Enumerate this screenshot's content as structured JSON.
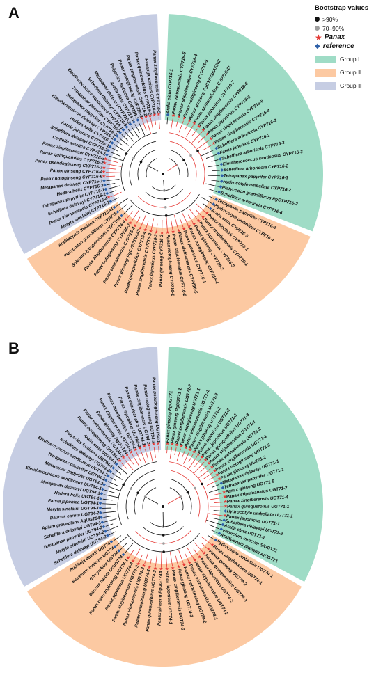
{
  "panels": [
    {
      "id": "A",
      "sectors": [
        {
          "group": "Group Ⅰ",
          "start": 2,
          "end": 111,
          "color": "#9fdcc6",
          "labels": [
            "Aralia elata CYP716-1",
            "Panax vietnamensis CYP716-5",
            "Panax stipuleanatus CYP716-4",
            "Panax notoginseng CYP716-5",
            "Panax ginseng PgCYP716A53v2",
            "Panax quinquefolius CYP716-11",
            "Panax japonicus CYP716-7",
            "Panax zingiberensis CYP716-6",
            "Panax japonicus CYP716-8",
            "Panax zingiberensis CYP716-9",
            "Panax zingiberensis CYP716-4",
            "Schefflera arboricola CYP716-2",
            "Fatsia japonica CYP716-2",
            "Schefflera arboricola CYP716-3",
            "Eleutherococcus senticosus CYP716-3",
            "Schefflera arboricola CYP716-2",
            "Tetrapanax papyrifer CYP716-3",
            "Hydrocotyle umbellata CYP716-2",
            "Platycodon grandiflorus PgCYP716-2",
            "Schefflera arboricola CYP716-6"
          ]
        },
        {
          "group": "Group Ⅱ",
          "start": 113,
          "end": 238,
          "color": "#fcc9a2",
          "labels": [
            "Tetrapanax papyrifer CYP716-4",
            "Hydrocotyle umbellata CYP716-4",
            "Aralia elata CYP716-5",
            "Panax sinclairii CYP716-1",
            "Panax zingiberensis CYP716-1",
            "Panax japonicus CYP716-3",
            "Panax ginseng CYP716-2",
            "Panax notoginseng CYP716-4",
            "Panax japonicus CYP716-1",
            "Panax vietnamensis CYP716-5",
            "Panax stipuleanatus CYP716-2",
            "Panax notoginseng CYP716-1",
            "Panax ginseng CYP716-3",
            "Panax japonicus CYP716-2",
            "Panax zingiberensis CYP716-3",
            "Panax quinquefolius CYP716-4",
            "Panax ginseng PgCYP716A47",
            "Panax vietnamensis CYP716-4",
            "Panax notoginseng CYP716-3",
            "Panax zingiberensis CYP716-4",
            "Solanum lycopersicum CYP716A",
            "Platycodon grandiflorus CYP716",
            "Arabidopsis thaliana CYP716A1"
          ]
        },
        {
          "group": "Group Ⅲ",
          "start": 240,
          "end": 358,
          "color": "#c6cde3",
          "labels": [
            "Meryta sinclairii CYP716-1",
            "Panax vietnamensis CYP716-4",
            "Schefflera delavayi CYP716-2",
            "Tetrapanax papyrifer CYP716-1",
            "Hedera helix CYP716-3",
            "Metapanax delavayi CYP716-1",
            "Panax notoginseng CYP716-6",
            "Panax ginseng CYP716-4",
            "Panax pseudoginseng CYP716-1",
            "Panax quinquefolius CYP716-2",
            "Panax zingiberensis CYP716-2",
            "Centella asiatica CYP716-1",
            "Schefflera delavayi CYP716-3",
            "Fatsia japonica CYP716-1",
            "Hedera helix CYP716-1",
            "Eleutherococcus delavayi CYP716-1",
            "Metapanax papyrifer CYP716-3",
            "Tetrapanax papyrifer CYP716-2",
            "Eleutherococcus senticosus CYP716-1",
            "Schefflera delavayi CYP716-5",
            "Metapanax delavayi CYP716-2",
            "Aralia elata CYP716-3",
            "Polyscias fruticosa CYP716-1",
            "Panax notoginseng CYP716-2",
            "Panax zingiberensis CYP716-2",
            "Panax quinquefolius CYP716-2",
            "Panax japonicus CYP716-4",
            "Panax zingiberensis CYP716-5"
          ]
        }
      ]
    },
    {
      "id": "B",
      "sectors": [
        {
          "group": "Group Ⅰ",
          "start": 2,
          "end": 118,
          "color": "#9fdcc6",
          "labels": [
            "Panax ginseng PgUGT71",
            "Panax ginseng PgUGT71-1",
            "Panax zingiberensis UGT71-2",
            "Panax notoginseng UGT71-1",
            "Panax vietnamensis UGT71-1",
            "Panax zingiberensis UGT71-3",
            "Panax ginseng UGT71-3",
            "Panax japonicus UGT71-2",
            "Panax japonicus UGT71-3",
            "Panax quinquefolius UGT71-3",
            "Panax stipuleanatus UGT71-1",
            "Panax vietnamensis UGT71-2",
            "Panax zingiberensis UGT71-1",
            "Panax notoginseng UGT71-2",
            "Panax ginseng UGT71-2",
            "Metapanax delavayi UGT71-1",
            "Tetrapanax papyrifer UGT71-1",
            "Panax ginseng UGT71-5",
            "Panax stipuleanatus UGT71-2",
            "Panax zingiberensis UGT71-4",
            "Panax quinquefolius UGT71-1",
            "Hydrocotyle umbellata UGT71-1",
            "Panax japonicus UGT71-1",
            "Schefflera delavayi UGT71-2",
            "Aralia elata UGT71-1",
            "Vernicium indicum SIUGT71",
            "Arabidopsis thaliana AtUGT71"
          ]
        },
        {
          "group": "Group Ⅱ",
          "start": 120,
          "end": 238,
          "color": "#fcc9a2",
          "labels": [
            "Hydrocotyle umbellata UGT74-1",
            "Panax zingiberensis UGT74-1",
            "Panax ginseng UGT74-2",
            "Panax quinquefolius UGT74-1",
            "Panax japonicus UGT74-2",
            "Panax stipuleanatus UGT74-2",
            "Panax vietnamensis UGT74-1",
            "Panax notoginseng UGT74-2",
            "Panax ginseng UGT74-3",
            "Panax zingiberensis UGT74-2",
            "Panax japonicus UGT74-1",
            "Panax ginseng PgUGT74A",
            "Panax quinquefolius UGT74-3",
            "Panax notoginseng UGT74-1",
            "Panax vietnamensis UGT74-3",
            "Panax zingiberensis UGT74-3",
            "Panax japonicus UGT74-4",
            "Panax pseudoginseng UGT74-1",
            "Daucus carota DcUGT74",
            "Glycyrrhiza UGT74",
            "Sesamum indicum UGT74",
            "Buddleja davidii UGT74"
          ]
        },
        {
          "group": "Group Ⅲ",
          "start": 240,
          "end": 358,
          "color": "#c6cde3",
          "labels": [
            "Schefflera delavayi UGT94-3",
            "Meryta sinclairii UGT94-2",
            "Tetrapanax papyrifer UGT94-2",
            "Schefflera delavayi UGT94-1",
            "Apium graveolens AgUGT94",
            "Daucus carota UGT94-2",
            "Meryta sinclairii UGT94-1",
            "Fatsia japonica UGT94-1",
            "Hedera helix UGT94-1",
            "Metapanax delavayi UGT94-1",
            "Eleutherococcus senticosus UGT94-1",
            "Metapanax papyrifer UGT94-3",
            "Tetrapanax papyrifer UGT94-1",
            "Eleutherococcus senticosus UGT94-2",
            "Schefflera delavayi UGT94-2",
            "Polyscias fruticosa UGT94-1",
            "Aralia elata UGT94-1",
            "Panax notoginseng UGT94-1",
            "Panax vietnamensis UGT94-1",
            "Panax ginseng PgUGT94",
            "Panax zingiberensis UGT94-1",
            "Panax quinquefolius UGT94-1",
            "Panax japonicus UGT94-2",
            "Panax stipuleanatus UGT94-1",
            "Panax zingiberensis UGT94-2",
            "Panax notoginseng UGT94-2",
            "Panax pseudoginseng UGT94-1"
          ]
        }
      ]
    }
  ],
  "legend": {
    "title": "Bootstrap values",
    "high": ">90%",
    "mid": "70–90%",
    "panax": "Panax",
    "reference": "reference",
    "colors": {
      "high": "#111111",
      "mid": "#9e9e9e",
      "panax": "#e53935",
      "reference": "#2d5fa8",
      "panax_branch": "#e53935",
      "branch": "#111111"
    }
  }
}
